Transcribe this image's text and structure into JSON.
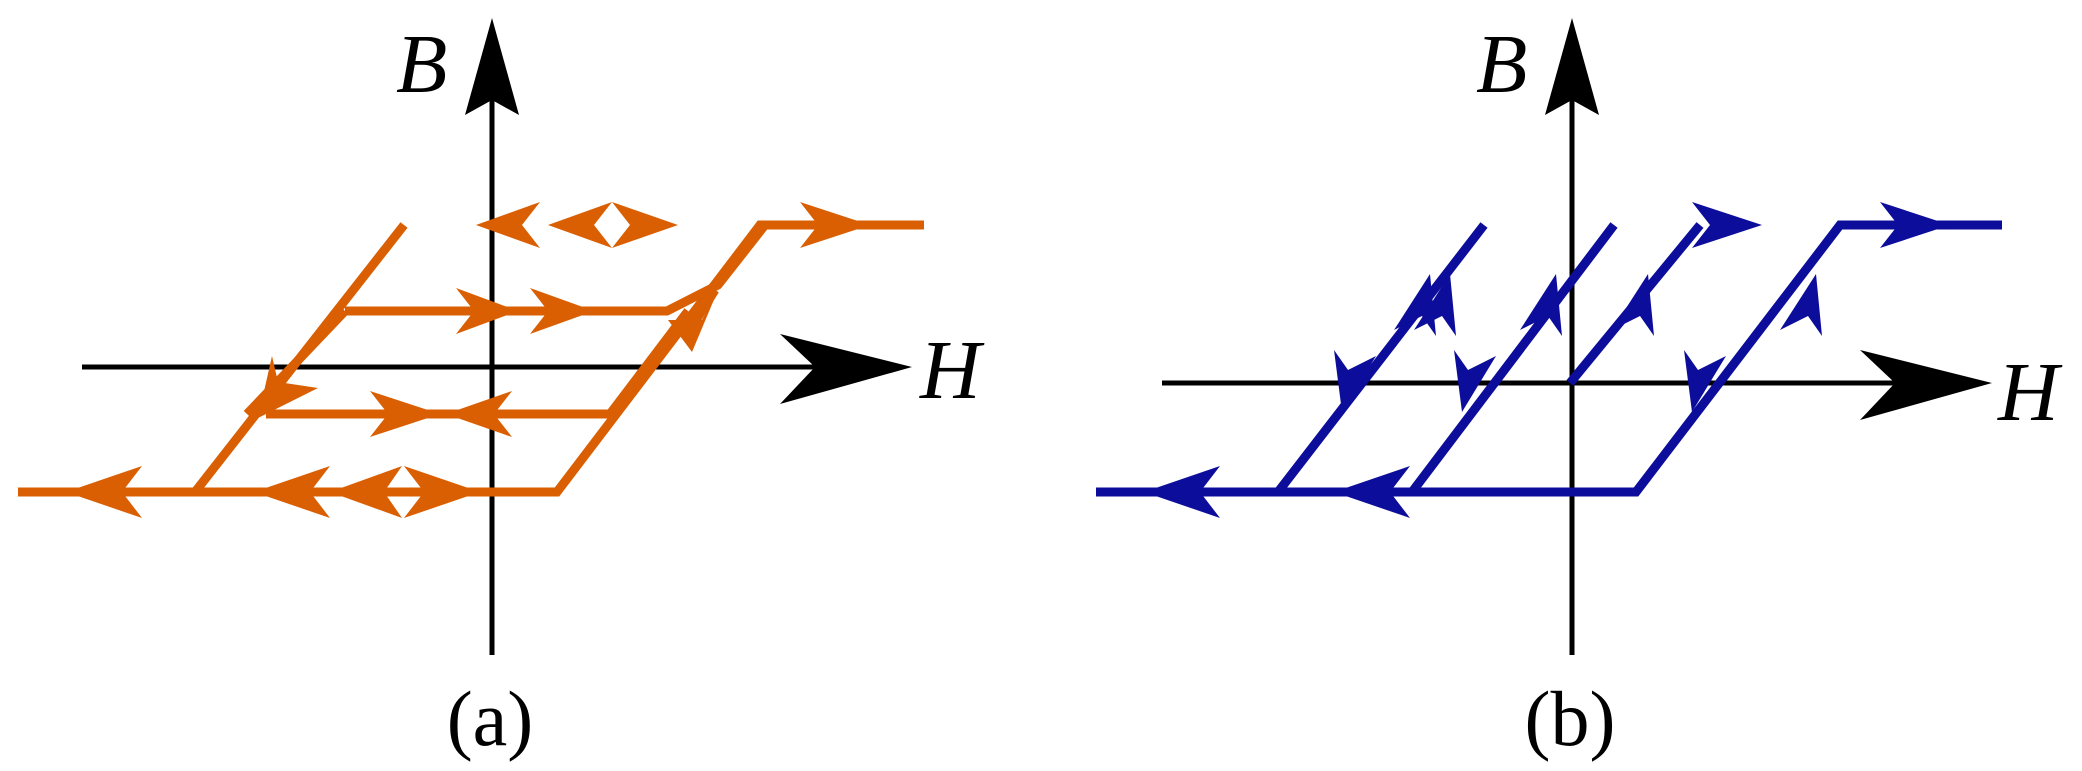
{
  "colors": {
    "axes": "#000000",
    "panel_a_curves": "#d95f02",
    "panel_b_curves": "#0d0d9b"
  },
  "panels": [
    {
      "id": "a",
      "label": "(a)",
      "x_axis_label": "H",
      "y_axis_label": "B",
      "curve_color_key": "panel_a_curves"
    },
    {
      "id": "b",
      "label": "(b)",
      "x_axis_label": "H",
      "y_axis_label": "B",
      "curve_color_key": "panel_b_curves"
    }
  ]
}
